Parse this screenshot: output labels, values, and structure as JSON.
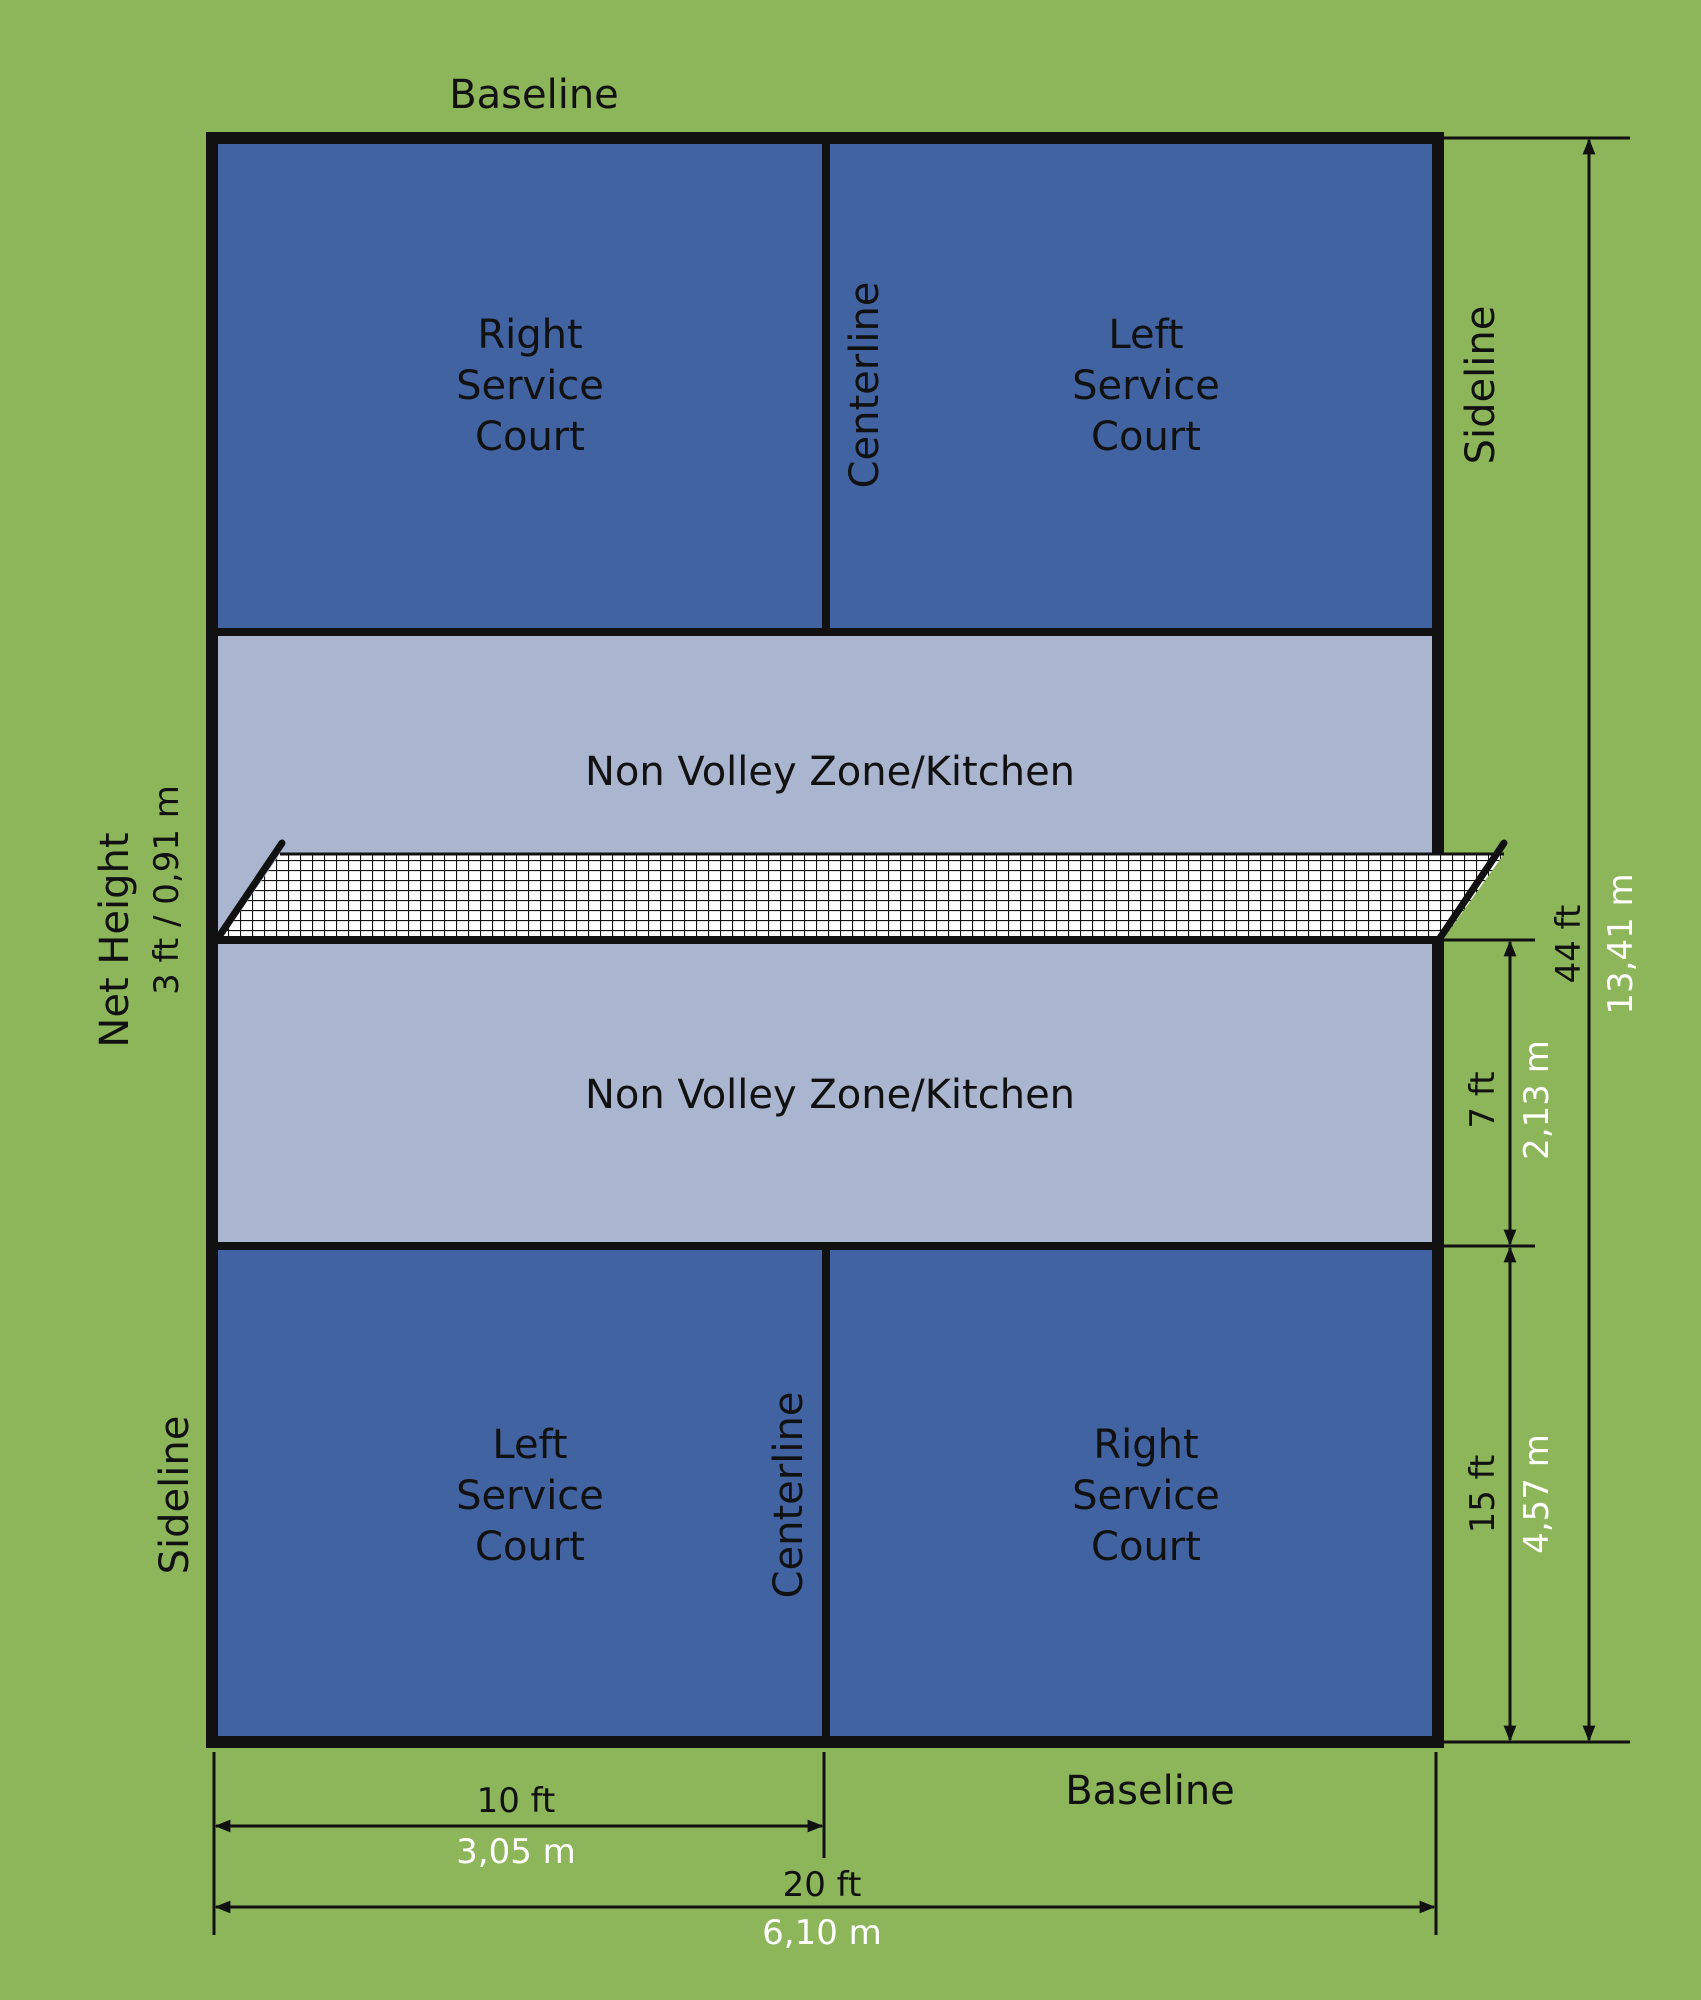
{
  "colors": {
    "background": "#8db55a",
    "service_court": "#4163a1",
    "kitchen": "#aab5cf",
    "lines": "#111111",
    "metric_text": "#ffffff"
  },
  "labels": {
    "baseline_top": "Baseline",
    "baseline_bottom": "Baseline",
    "sideline_right": "Sideline",
    "sideline_left": "Sideline",
    "centerline_top": "Centerline",
    "centerline_bottom": "Centerline",
    "kitchen_top": "Non Volley Zone/Kitchen",
    "kitchen_bottom": "Non Volley Zone/Kitchen",
    "net_height_title": "Net Height",
    "net_height_value": "3 ft / 0,91 m"
  },
  "courts": {
    "top_left": [
      "Right",
      "Service",
      "Court"
    ],
    "top_right": [
      "Left",
      "Service",
      "Court"
    ],
    "bottom_left": [
      "Left",
      "Service",
      "Court"
    ],
    "bottom_right": [
      "Right",
      "Service",
      "Court"
    ]
  },
  "dimensions": {
    "half_width_ft": "10 ft",
    "half_width_m": "3,05 m",
    "width_ft": "20 ft",
    "width_m": "6,10 m",
    "length_ft": "44 ft",
    "length_m": "13,41 m",
    "kitchen_ft": "7 ft",
    "kitchen_m": "2,13 m",
    "service_ft": "15 ft",
    "service_m": "4,57 m"
  }
}
